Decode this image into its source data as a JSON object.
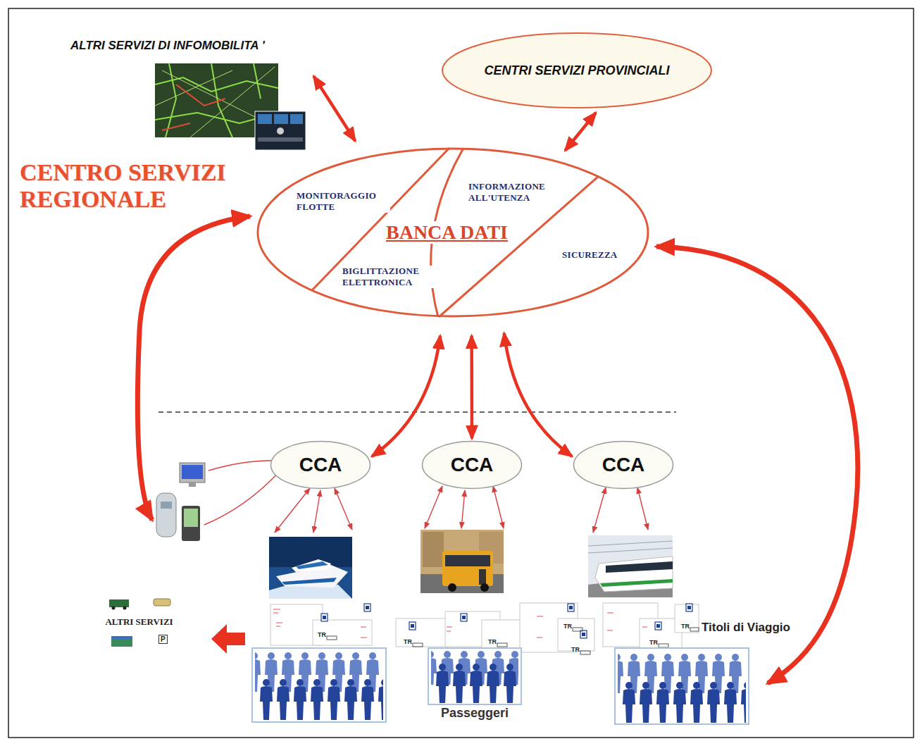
{
  "diagram": {
    "nodes": [
      {
        "text": [
          "ALTRI SERVIZI DI INFOMOBILITA '"
        ]
      },
      {
        "text": [
          "CENTRI SERVIZI PROVINCIALI"
        ]
      },
      {
        "text": [
          "BANCA DATI",
          "MONITORAGGIO FLOTTE",
          "INFORMAZIONE ALL'UTENZA",
          "SICUREZZA",
          "BIGLITTAZIONE ELETTRONICA"
        ]
      },
      {
        "text": [
          "CCA"
        ]
      },
      {
        "text": [
          "CCA"
        ]
      },
      {
        "text": [
          "CCA"
        ]
      },
      {
        "text": [
          "ALTRI SERVIZI"
        ]
      },
      {
        "text": [
          "Passeggeri"
        ]
      }
    ],
    "edges": [
      {
        "from": 0,
        "to": 2,
        "arrow": "both"
      },
      {
        "from": 1,
        "to": 2,
        "arrow": "both"
      },
      {
        "from": 2,
        "to": 3,
        "arrow": "both"
      },
      {
        "from": 2,
        "to": 4,
        "arrow": "both"
      },
      {
        "from": 2,
        "to": 5,
        "arrow": "both"
      }
    ],
    "labels": [
      "CENTRO SERVIZI REGIONALE",
      "TR",
      "TR",
      "TR",
      "TR",
      "TR",
      "TR",
      "TR",
      "Titoli di Viaggio",
      "P"
    ]
  }
}
